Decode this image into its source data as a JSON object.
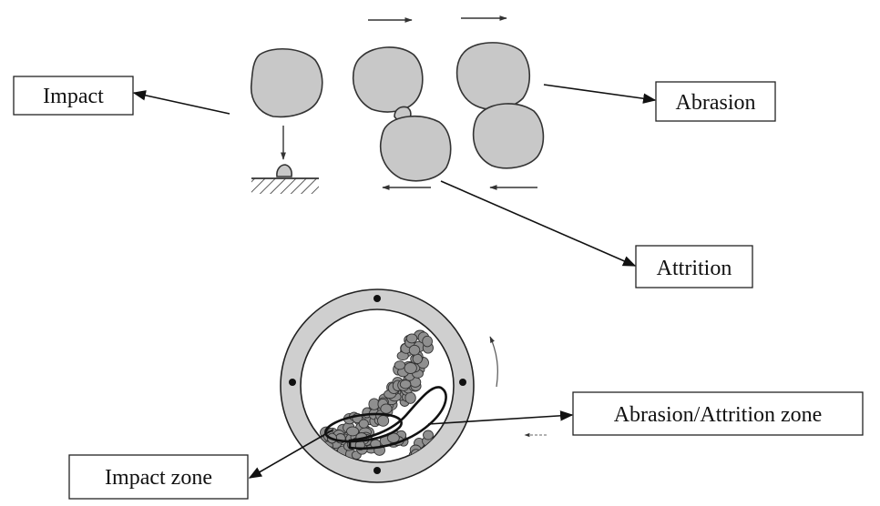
{
  "labels": {
    "impact": "Impact",
    "abrasion": "Abrasion",
    "attrition": "Attrition",
    "abrasion_attrition_zone": "Abrasion/Attrition zone",
    "impact_zone": "Impact zone"
  },
  "colors": {
    "particle_fill": "#c8c8c8",
    "mill_ring": "#cfcfcf",
    "ball_fill": "#8f8f8f",
    "line": "#111111"
  }
}
